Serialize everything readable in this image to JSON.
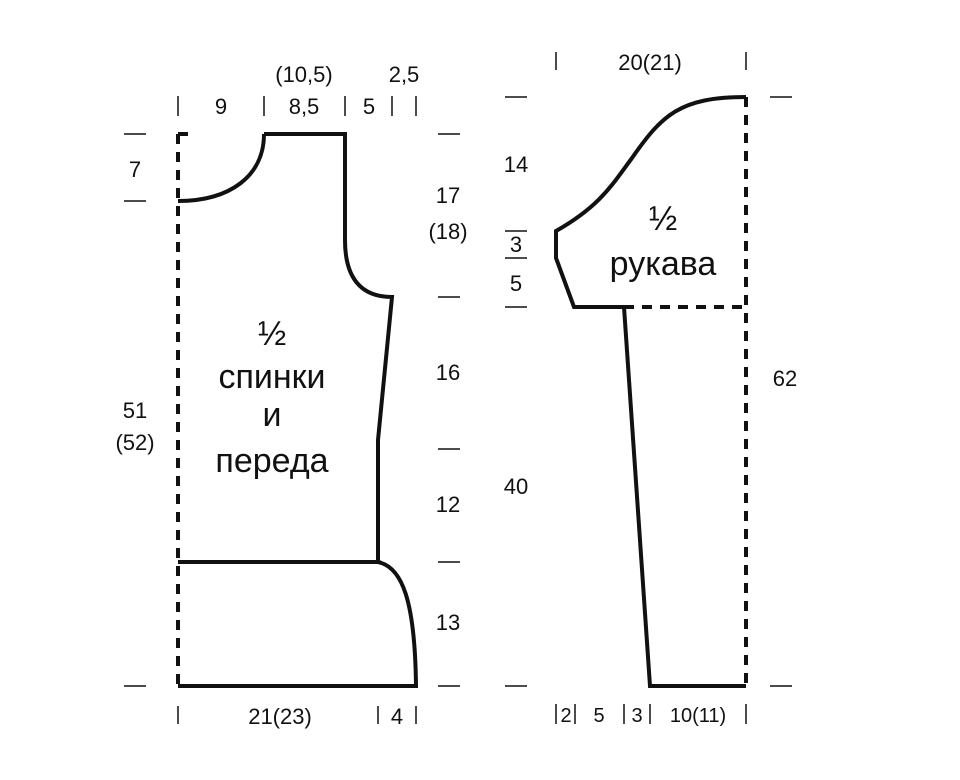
{
  "body_piece": {
    "title_lines": [
      "½",
      "спинки",
      "и",
      "переда"
    ],
    "top_dims": {
      "neck_width": "9",
      "shoulder": "8,5",
      "shoulder_alt": "(10,5)",
      "armhole_depth": "5",
      "armhole_edge": "2,5"
    },
    "left_dims": {
      "neck_depth": "7",
      "total_length": "51",
      "total_length_alt": "(52)"
    },
    "right_dims": {
      "armhole_height": "17",
      "armhole_height_alt": "(18)",
      "upper_side": "16",
      "lower_side": "12",
      "hem": "13"
    },
    "bottom_dims": {
      "half_width": "21(23)",
      "flare": "4"
    }
  },
  "sleeve_piece": {
    "title_lines": [
      "½",
      "рукава"
    ],
    "top_dims": {
      "cap_width": "20(21)"
    },
    "left_dims": {
      "cap_height": "14",
      "cap_step_a": "3",
      "cap_step_b": "5",
      "sleeve_length": "40"
    },
    "right_dims": {
      "total_length": "62"
    },
    "bottom_dims": {
      "seg_a": "2",
      "seg_b": "5",
      "seg_c": "3",
      "cuff_half": "10(11)"
    }
  },
  "colors": {
    "ink": "#111111",
    "paper": "#ffffff"
  }
}
